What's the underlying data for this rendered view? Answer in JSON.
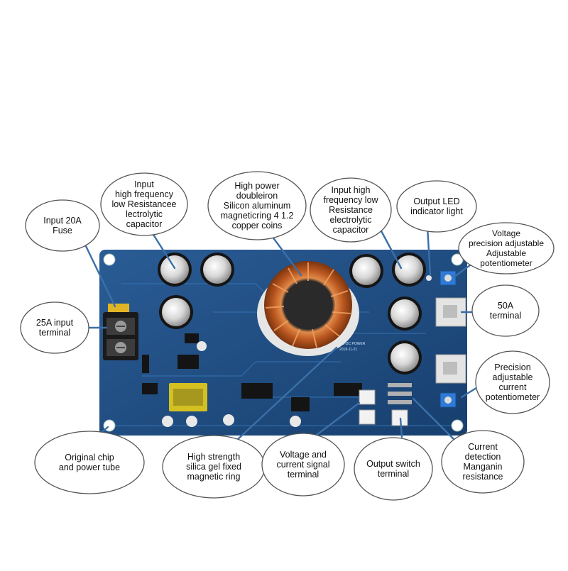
{
  "labels": {
    "fuse": "Input 20A\nFuse",
    "input_cap_hf": "Input\nhigh frequency\nlow Resistancee\nlectrolytic\ncapacitor",
    "ring": "High power\ndoubleiron\nSilicon aluminum\nmagneticring 4 1.2\ncopper coins",
    "input_cap_lr": "Input high\nfrequency low\nResistance\nelectrolytic\ncapacitor",
    "led": "Output LED\nindicator light",
    "volt_pot": "Voltage\nprecision adjustable\nAdjustable\npotentiometer",
    "terminal_50a": "50A\nterminal",
    "input_terminal": "25A input\nterminal",
    "curr_pot": "Precision\nadjustable\ncurrent\npotentiometer",
    "chip": "Original chip\nand power tube",
    "gel": "High strength\nsilica gel fixed\nmagnetic ring",
    "signal": "Voltage and\ncurrent signal\nterminal",
    "switch": "Output switch\nterminal",
    "manganin": "Current\ndetection\nManganin\nresistance"
  },
  "board_text": {
    "silk_a": "DC-DC POWER",
    "silk_b": "2018-11-21"
  },
  "colors": {
    "board": "#1f4f86",
    "bubble_stroke": "#555555",
    "copper": "#c8642a"
  }
}
